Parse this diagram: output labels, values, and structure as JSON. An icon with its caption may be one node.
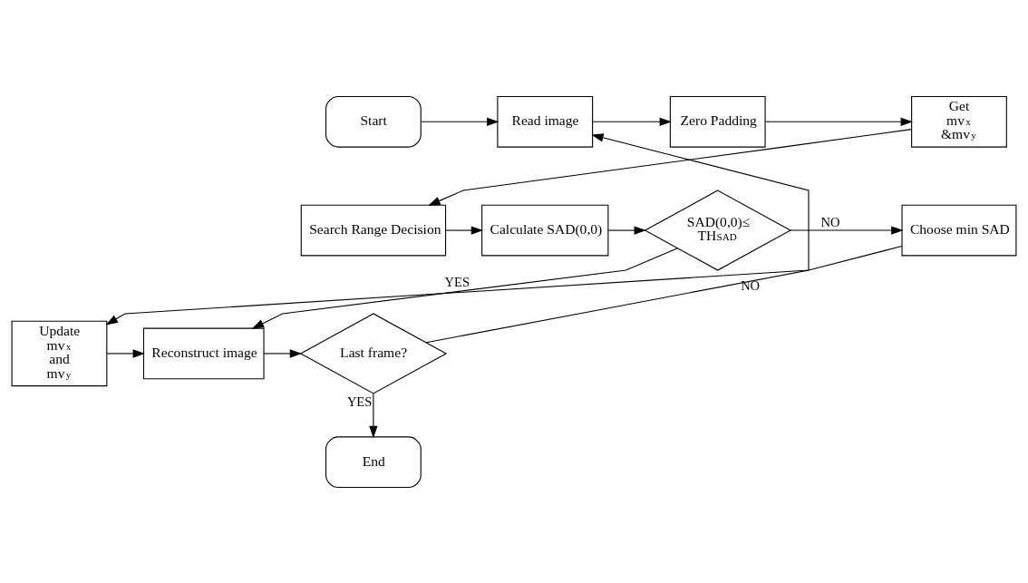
{
  "diagram": {
    "nodes": [
      {
        "text": [
          "Start"
        ]
      },
      {
        "text": [
          "Read image"
        ]
      },
      {
        "text": [
          "Zero Padding"
        ]
      },
      {
        "text": [
          "Get mv$_{x}$ &mv$_{y}$"
        ]
      },
      {
        "text": [
          "Search Range Decision"
        ]
      },
      {
        "text": [
          "Calculate SAD(0,0)"
        ]
      },
      {
        "text": [
          "SAD(0,0)≤ TH$_{SAD}$"
        ]
      },
      {
        "text": [
          "Choose min SAD"
        ]
      },
      {
        "text": [
          "Update mv$_{x}$ and mv$_{y}$"
        ]
      },
      {
        "text": [
          "Reconstruct image"
        ]
      },
      {
        "text": [
          "Last frame?"
        ]
      },
      {
        "text": [
          "End"
        ]
      }
    ],
    "edges": [
      {
        "from": 0,
        "to": 1,
        "arrow": "to"
      },
      {
        "from": 1,
        "to": 2,
        "arrow": "to"
      },
      {
        "from": 2,
        "to": 3,
        "arrow": "to"
      },
      {
        "from": 3,
        "to": 4,
        "arrow": "to"
      },
      {
        "from": 4,
        "to": 5,
        "arrow": "to"
      },
      {
        "from": 5,
        "to": 6,
        "arrow": "to"
      },
      {
        "from": 6,
        "to": 7,
        "arrow": "to",
        "label": "NO"
      },
      {
        "from": 6,
        "to": 9,
        "arrow": "to",
        "label": "YES"
      },
      {
        "from": 7,
        "to": 8,
        "arrow": "to"
      },
      {
        "from": 8,
        "to": 9,
        "arrow": "to"
      },
      {
        "from": 9,
        "to": 10,
        "arrow": "to"
      },
      {
        "from": 10,
        "to": 1,
        "arrow": "to",
        "label": "NO"
      },
      {
        "from": 10,
        "to": 11,
        "arrow": "to",
        "label": "YES"
      }
    ]
  }
}
